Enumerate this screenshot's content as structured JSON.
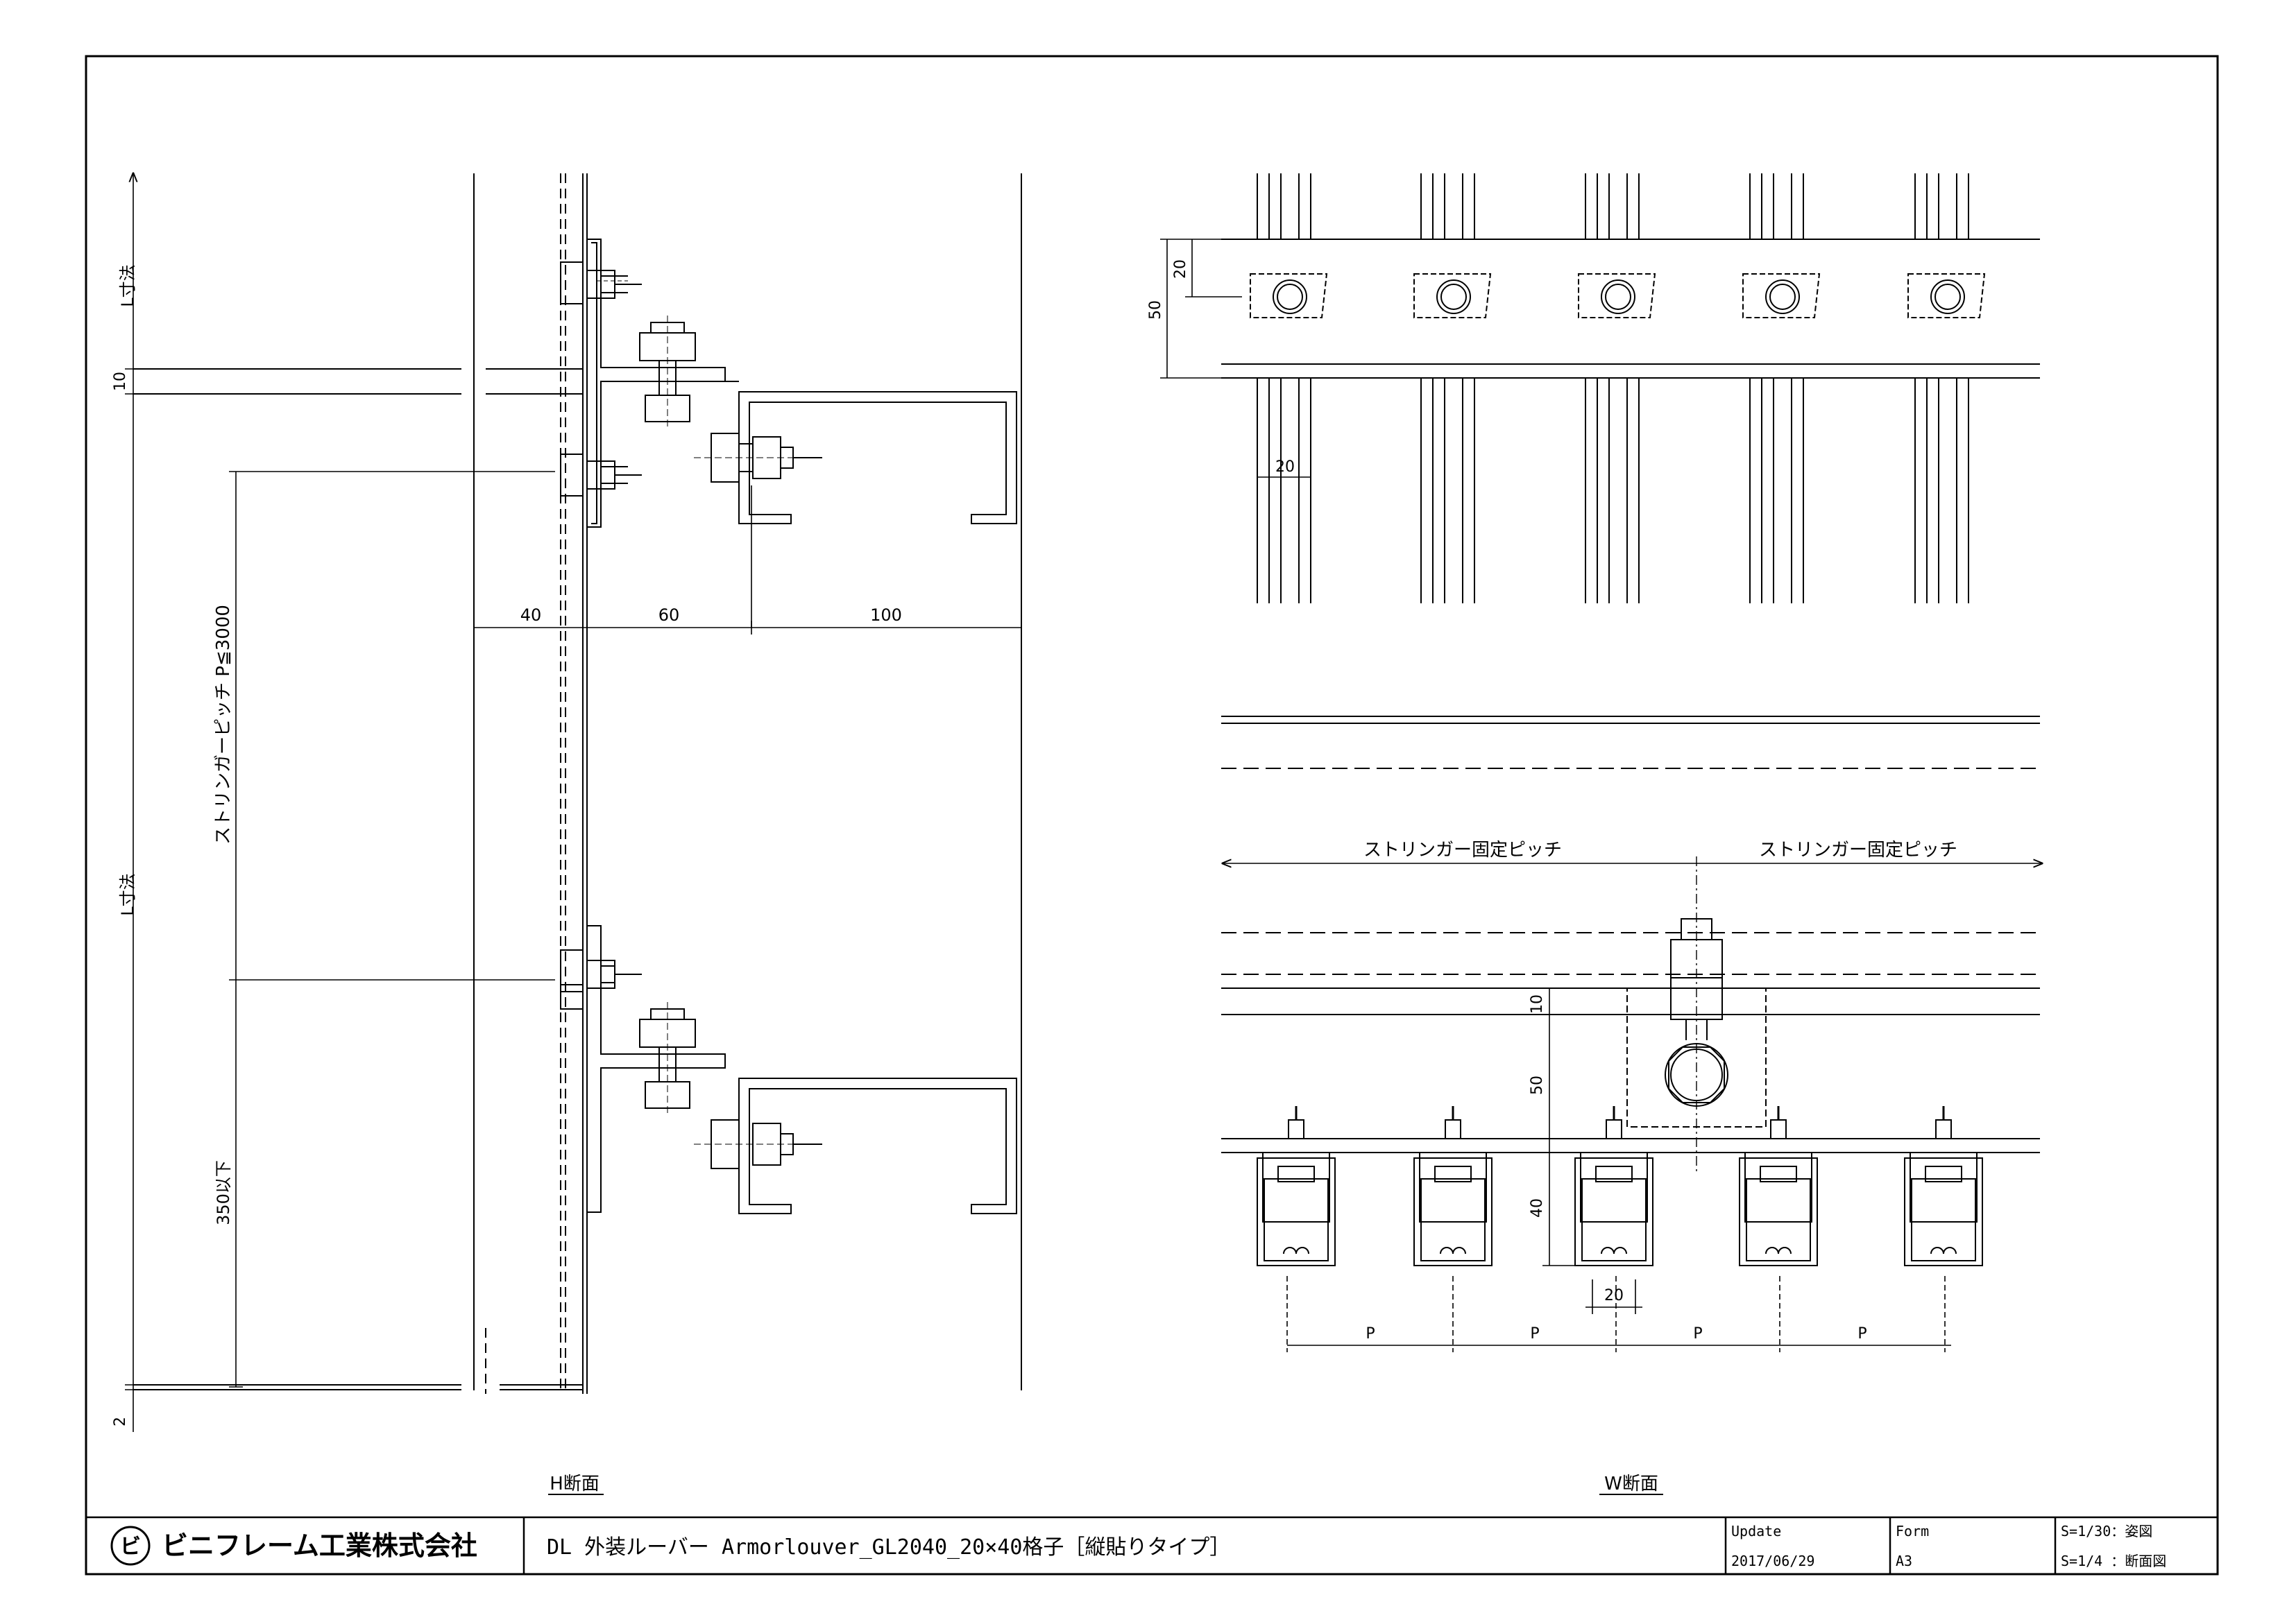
{
  "dimensions": {
    "l_top": "L寸法",
    "l_main": "L寸法",
    "d_10_left": "10",
    "d_2": "2",
    "stringer_pitch": "ストリンガーピッチ P≦3000",
    "d_350": "350以下",
    "d_40": "40",
    "d_60": "60",
    "d_100": "100",
    "d_20_top": "20",
    "d_50_top": "50",
    "d_20_mid": "20",
    "d_10_right": "10",
    "d_50_right": "50",
    "d_40_right": "40",
    "d_20_bottom": "20",
    "p_labels": [
      "P",
      "P",
      "P",
      "P"
    ],
    "fix_pitch_left": "ストリンガー固定ピッチ",
    "fix_pitch_right": "ストリンガー固定ピッチ"
  },
  "section_labels": {
    "h_section": "H断面",
    "w_section": "W断面"
  },
  "title_block": {
    "company": "ビニフレーム工業株式会社",
    "logo_mark": "ビ",
    "drawing_title": "DL 外装ルーバー Armorlouver_GL2040_20×40格子［縦貼りタイプ］",
    "update_label": "Update",
    "update_value": "2017/06/29",
    "form_label": "Form",
    "form_value": "A3",
    "scale_1": "S=1/30：姿図",
    "scale_2": "S=1/4 ：断面図"
  }
}
